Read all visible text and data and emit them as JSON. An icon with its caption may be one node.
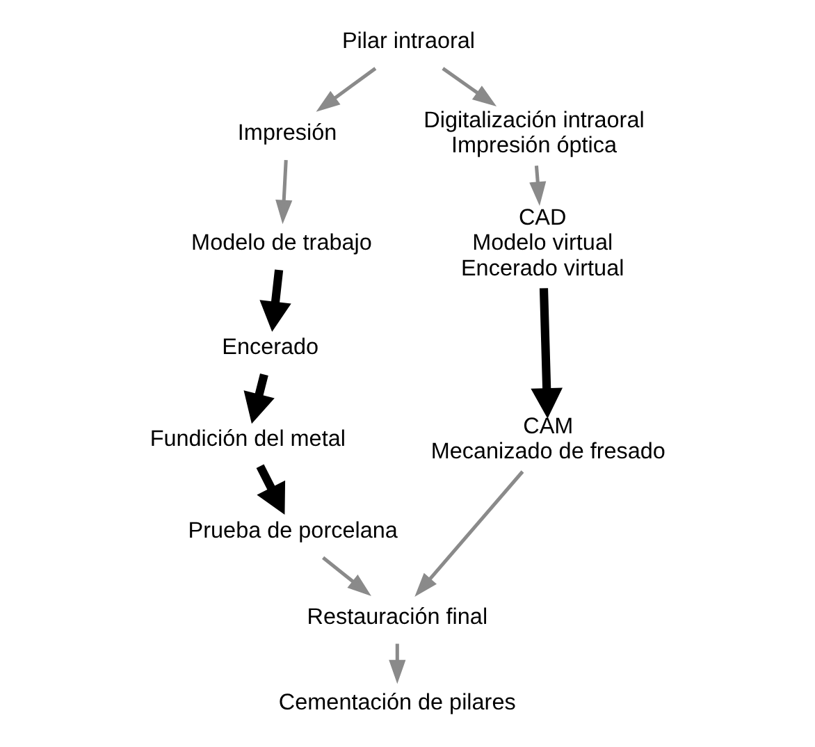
{
  "diagram": {
    "nodes": [
      {
        "text": [
          "Pilar intraoral"
        ]
      },
      {
        "text": [
          "Impresión"
        ]
      },
      {
        "text": [
          "Digitalización intraoral",
          "Impresión óptica"
        ]
      },
      {
        "text": [
          "Modelo de trabajo"
        ]
      },
      {
        "text": [
          "CAD",
          "Modelo virtual",
          "Encerado virtual"
        ]
      },
      {
        "text": [
          "Encerado"
        ]
      },
      {
        "text": [
          "CAM",
          "Mecanizado de fresado"
        ]
      },
      {
        "text": [
          "Fundición del metal"
        ]
      },
      {
        "text": [
          "Prueba de porcelana"
        ]
      },
      {
        "text": [
          "Restauración final"
        ]
      },
      {
        "text": [
          "Cementación de pilares"
        ]
      }
    ],
    "edges": [
      {
        "from": 0,
        "to": 1,
        "arrow": "to"
      },
      {
        "from": 0,
        "to": 2,
        "arrow": "to"
      },
      {
        "from": 1,
        "to": 3,
        "arrow": "to"
      },
      {
        "from": 3,
        "to": 5,
        "arrow": "to",
        "style": "thick",
        "color": "#000000"
      },
      {
        "from": 5,
        "to": 7,
        "arrow": "to",
        "style": "thick",
        "color": "#000000"
      },
      {
        "from": 7,
        "to": 8,
        "arrow": "to",
        "style": "thick",
        "color": "#000000"
      },
      {
        "from": 2,
        "to": 4,
        "arrow": "to"
      },
      {
        "from": 4,
        "to": 6,
        "arrow": "to",
        "style": "thick",
        "color": "#000000"
      },
      {
        "from": 8,
        "to": 9,
        "arrow": "to"
      },
      {
        "from": 6,
        "to": 9,
        "arrow": "to"
      },
      {
        "from": 9,
        "to": 10,
        "arrow": "to"
      }
    ]
  }
}
